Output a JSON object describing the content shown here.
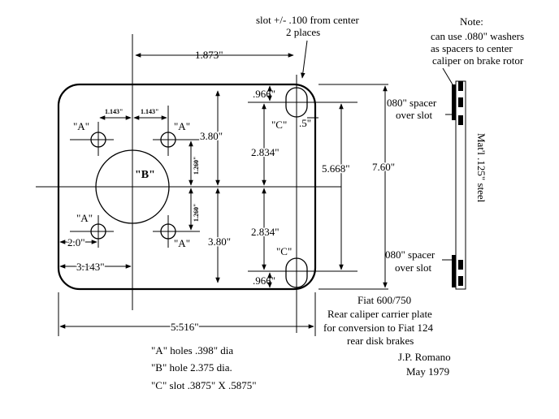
{
  "dimensions": {
    "d_1873": "1.873\"",
    "d_966_top": ".966\"",
    "d_5": ".5\"",
    "d_380_top": "3.80\"",
    "d_2834_top": "2.834\"",
    "d_5668": "5.668\"",
    "d_760": "7.60\"",
    "d_1143_left": "1.143\"",
    "d_1143_right": "1.143\"",
    "d_1260_top": "1.260\"",
    "d_1260_bottom": "1.260\"",
    "d_20": "2.0\"",
    "d_3143": "3.143\"",
    "d_380_bottom": "3.80\"",
    "d_2834_bottom": "2.834\"",
    "d_966_bottom": ".966\"",
    "d_5516": "5.516\""
  },
  "labels": {
    "A_top_left": "\"A\"",
    "A_top_right": "\"A\"",
    "A_bottom_left": "\"A\"",
    "A_bottom_right": "\"A\"",
    "B": "\"B\"",
    "C_top": "\"C\"",
    "C_bottom": "\"C\""
  },
  "annotations": {
    "slot_line1": "slot +/- .100 from center",
    "slot_line2": "2 places",
    "note_title": "Note:",
    "note_line1": "can use .080\" washers",
    "note_line2": "as spacers to center",
    "note_line3": "caliper on brake rotor",
    "spacer_top_line1": "080\" spacer",
    "spacer_top_line2": "over slot",
    "spacer_bottom_line1": "080\" spacer",
    "spacer_bottom_line2": "over slot",
    "material": "Mat'l .125\" steel"
  },
  "title_block": {
    "line1": "Fiat 600/750",
    "line2": "Rear caliper carrier plate",
    "line3": "for conversion to Fiat 124",
    "line4": "rear disk brakes",
    "author": "J.P. Romano",
    "date": "May 1979"
  },
  "legend": {
    "a_holes": "\"A\" holes  .398\" dia",
    "b_hole": "\"B\" hole  2.375 dia.",
    "c_slot": "\"C\" slot  .3875\" X .5875\""
  }
}
